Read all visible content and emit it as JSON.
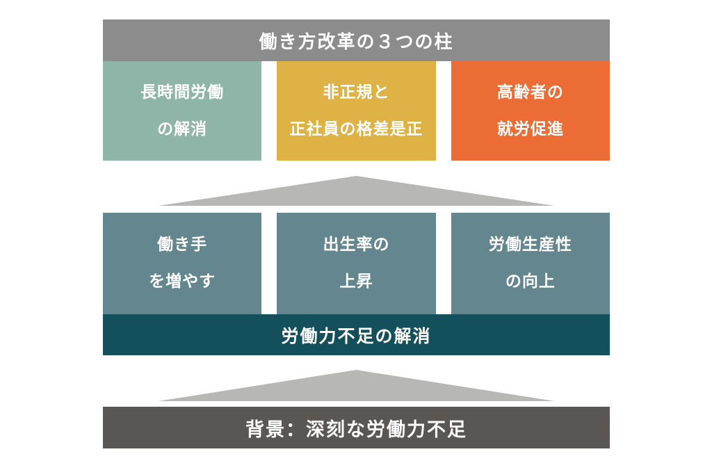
{
  "diagram": {
    "header": {
      "title": "働き方改革の３つの柱",
      "bg": "#8c8c8c"
    },
    "pillars": [
      {
        "line1": "長時間労働",
        "line2": "の解消",
        "bg": "#8fb5a8"
      },
      {
        "line1": "非正規と",
        "line2": "正社員の格差是正",
        "bg": "#deb245"
      },
      {
        "line1": "高齢者の",
        "line2": "就労促進",
        "bg": "#ec6c35"
      }
    ],
    "measures": [
      {
        "line1": "働き手",
        "line2": "を増やす",
        "bg": "#64868e"
      },
      {
        "line1": "出生率の",
        "line2": "上昇",
        "bg": "#64868e"
      },
      {
        "line1": "労働生産性",
        "line2": "の向上",
        "bg": "#64868e"
      }
    ],
    "goal": {
      "label": "労働力不足の解消",
      "bg": "#14505c"
    },
    "background_bar": {
      "label": "背景：深刻な労働力不足",
      "bg": "#595653"
    },
    "colors": {
      "triangle": "#b7b7b5",
      "text": "#ffffff",
      "canvas": "#ffffff"
    }
  }
}
